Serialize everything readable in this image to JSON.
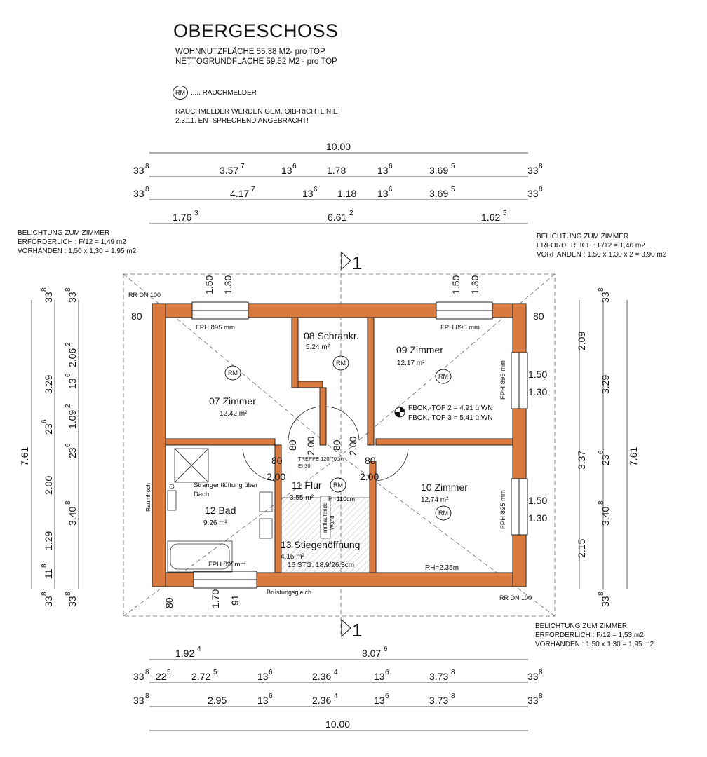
{
  "header": {
    "title": "OBERGESCHOSS",
    "area_living": "WOHNNUTZFLÄCHE 55.38 M2- pro TOP",
    "area_net": "NETTOGRUNDFLÄCHE 59.52 M2 - pro TOP",
    "legend_symbol": "RM",
    "legend_text": "..... RAUCHMELDER",
    "note_line1": "RAUCHMELDER WERDEN GEM. OIB-RICHTLINIE",
    "note_line2": "2.3.11. ENTSPRECHEND ANGEBRACHT!"
  },
  "lighting": {
    "left": [
      "BELICHTUNG ZUM ZIMMER",
      "ERFORDERLICH : F/12 = 1,49 m2",
      "VORHANDEN : 1,50 x 1,30 = 1,95 m2"
    ],
    "right": [
      "BELICHTUNG ZUM ZIMMER",
      "ERFORDERLICH : F/12 = 1,46 m2",
      "VORHANDEN : 1,50 x 1,30 x 2 = 3,90 m2"
    ],
    "bottom": [
      "BELICHTUNG ZUM ZIMMER",
      "ERFORDERLICH : F/12 = 1,53 m2",
      "VORHANDEN : 1,50 x 1,30 = 1,95 m2"
    ]
  },
  "section_marker": "1",
  "rooms": [
    {
      "name": "07 Zimmer",
      "area": "12.42 m²"
    },
    {
      "name": "08 Schrankr.",
      "area": "5.24 m²"
    },
    {
      "name": "09 Zimmer",
      "area": "12.17 m²"
    },
    {
      "name": "10 Zimmer",
      "area": "12.74 m²"
    },
    {
      "name": "11 Flur",
      "area": "3.55 m²"
    },
    {
      "name": "12 Bad",
      "area": "9.26 m²"
    },
    {
      "name": "13 Stiegenöffnung",
      "area": "4.15 m²"
    }
  ],
  "smoke_detector": "RM",
  "labels": {
    "fph_top_left": "FPH 895 mm",
    "fph_top_right": "FPH 895 mm",
    "fph_bottom": "FPH 895mm",
    "fph_right_upper": "FPH 895 mm",
    "fph_right_lower": "FPH 895 mm",
    "rr_top": "RR DN 100",
    "rr_bottom": "RR DN 100",
    "raumhoch": "Raumhoch",
    "strang_1": "Strangentlüftung über",
    "strang_2": "Dach",
    "bruestung": "Brüstungsgleich",
    "treppe": "TREPPE 120/70cm",
    "ei30": "EI 30",
    "h110": "H=110cm",
    "mittel_1": "mittlaufende",
    "mittel_2": "Wand",
    "stg": "16 STG. 18.9/26.3cm",
    "rh": "RH=2.35m",
    "fbok_1": "FBOK.-TOP 2 = 4.91 ü.WN",
    "fbok_2": "FBOK.-TOP 3 = 5.41 ü.WN"
  },
  "dims": {
    "overall": "10.00",
    "top1": [
      "33",
      "8",
      "3.57",
      "7",
      "13",
      "6",
      "1.78",
      "",
      "13",
      "6",
      "3.69",
      "5",
      "33",
      "8"
    ],
    "top2": [
      "33",
      "8",
      "4.17",
      "7",
      "13",
      "6",
      "1.18",
      "",
      "13",
      "6",
      "3.69",
      "5",
      "33",
      "8"
    ],
    "top3": [
      "1.76",
      "3",
      "6.61",
      "2",
      "1.62",
      "5"
    ],
    "bot1": [
      "1.92",
      "4",
      "8.07",
      "6"
    ],
    "bot2": [
      "33",
      "8",
      "22",
      "5",
      "2.72",
      "5",
      "13",
      "6",
      "2.36",
      "4",
      "13",
      "6",
      "3.73",
      "8",
      "33",
      "8"
    ],
    "bot3": [
      "33",
      "8",
      "2.95",
      "",
      "13",
      "6",
      "2.36",
      "4",
      "13",
      "6",
      "3.73",
      "8",
      "33",
      "8"
    ],
    "win_top": [
      "1.50",
      "1.30"
    ],
    "wall_80": "80",
    "win_bath": [
      "1.70",
      "91"
    ],
    "win_right": [
      "1.50",
      "1.30"
    ],
    "left_total": "7.61",
    "left_a": [
      "3.29",
      "2.00",
      "1.29",
      "11",
      "8"
    ],
    "left_b": [
      "2.06",
      "2",
      "13",
      "6",
      "1.09",
      "2",
      "23",
      "6",
      "23",
      "6",
      "3.40",
      "8"
    ],
    "left_33": [
      "33",
      "8"
    ],
    "right_total": "7.61",
    "right_a": [
      "2.09",
      "3.37",
      "2.15"
    ],
    "right_b": [
      "3.29",
      "23",
      "6",
      "3.40",
      "8"
    ],
    "right_33": [
      "33",
      "8"
    ],
    "door": [
      "80",
      "2.00"
    ]
  }
}
